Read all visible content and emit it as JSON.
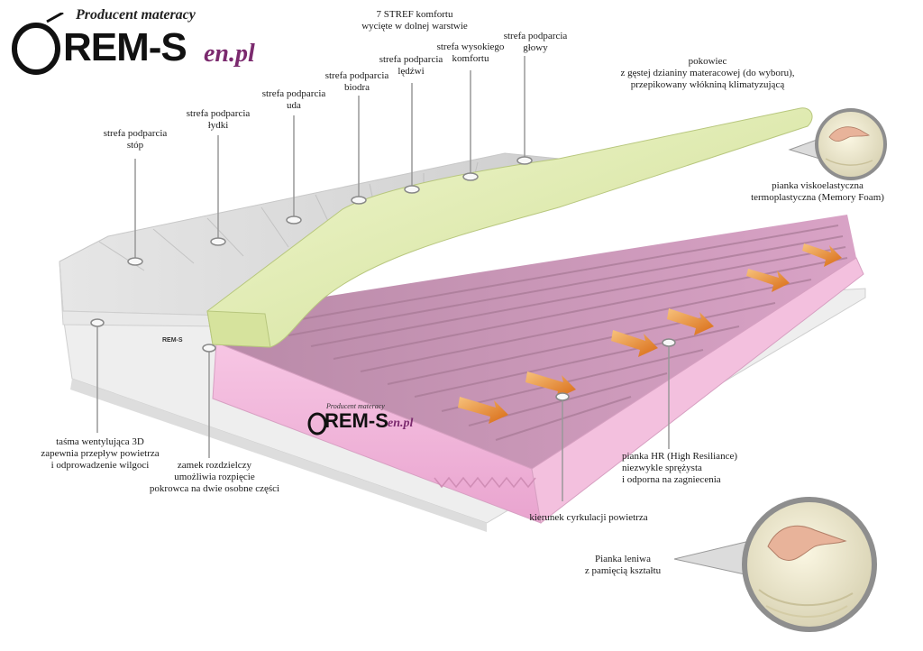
{
  "logo": {
    "tagline": "Producent materacy",
    "brand": "REM-S",
    "suffix": "en.pl"
  },
  "side_logo": {
    "tagline": "Producent materacy",
    "brand": "REM-S",
    "suffix": "en.pl"
  },
  "tiny_logo": "REM-S",
  "labels": {
    "zones_title": [
      "7 STREF komfortu",
      "wycięte w dolnej warstwie"
    ],
    "feet": [
      "strefa podparcia",
      "stóp"
    ],
    "calves": [
      "strefa podparcia",
      "łydki"
    ],
    "thighs": [
      "strefa podparcia",
      "uda"
    ],
    "hips": [
      "strefa podparcia",
      "biodra"
    ],
    "lumbar": [
      "strefa podparcia",
      "lędźwi"
    ],
    "high_comfort": [
      "strefa wysokiego",
      "komfortu"
    ],
    "head": [
      "strefa podparcia",
      "głowy"
    ],
    "cover": [
      "pokowiec",
      "z gęstej dzianiny materacowej (do wyboru),",
      "przepikowany włókniną klimatyzującą"
    ],
    "memory_foam": [
      "pianka viskoelastyczna",
      "termoplastyczna (Memory Foam)"
    ],
    "ventilation": [
      "taśma wentylująca 3D",
      "zapewnia przepływ powietrza",
      "i odprowadzenie wilgoci"
    ],
    "zipper": [
      "zamek rozdzielczy",
      "umożliwia rozpięcie",
      "pokrowca na dwie osobne części"
    ],
    "hr_foam": [
      "pianka HR (High Resiliance)",
      "niezwykle sprężysta",
      "i odporna na zagniecenia"
    ],
    "airflow": [
      "kierunek cyrkulacji powietrza"
    ],
    "lazy_foam": [
      "Pianka leniwa",
      "z pamięcią kształtu"
    ]
  },
  "colors": {
    "pink_foam": "#f2b8dc",
    "pink_dark": "#c98ab4",
    "green_foam": "#e4efb4",
    "cover_white": "#f2f2f2",
    "arrow_orange": "#f29a3c",
    "brand_purple": "#7b2a6e"
  }
}
